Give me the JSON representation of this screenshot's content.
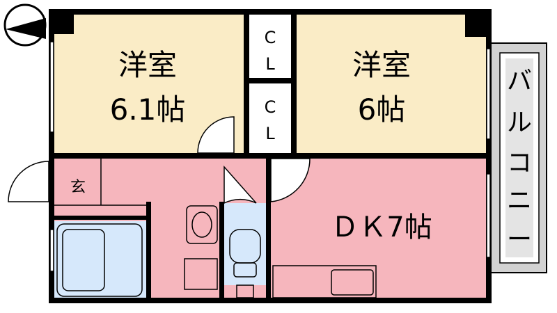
{
  "rooms": {
    "western1": {
      "name": "洋室",
      "size": "6.1帖"
    },
    "western2": {
      "name": "洋室",
      "size": "6帖"
    },
    "closet_top": {
      "label_1": "C",
      "label_2": "L"
    },
    "closet_bottom": {
      "label_1": "C",
      "label_2": "L"
    },
    "entrance": {
      "label": "玄"
    },
    "dk": {
      "label": "ＤＫ7帖"
    },
    "balcony": {
      "chars": [
        "バ",
        "ル",
        "コ",
        "ニ",
        "ー"
      ]
    }
  },
  "colors": {
    "western": "#faecc6",
    "dk": "#f6b6bd",
    "wet": "#d6e8fb",
    "balcony": "#d2d2d2",
    "wall": "#000000"
  },
  "icons": {
    "north_arrow": "compass-arrow-icon"
  }
}
